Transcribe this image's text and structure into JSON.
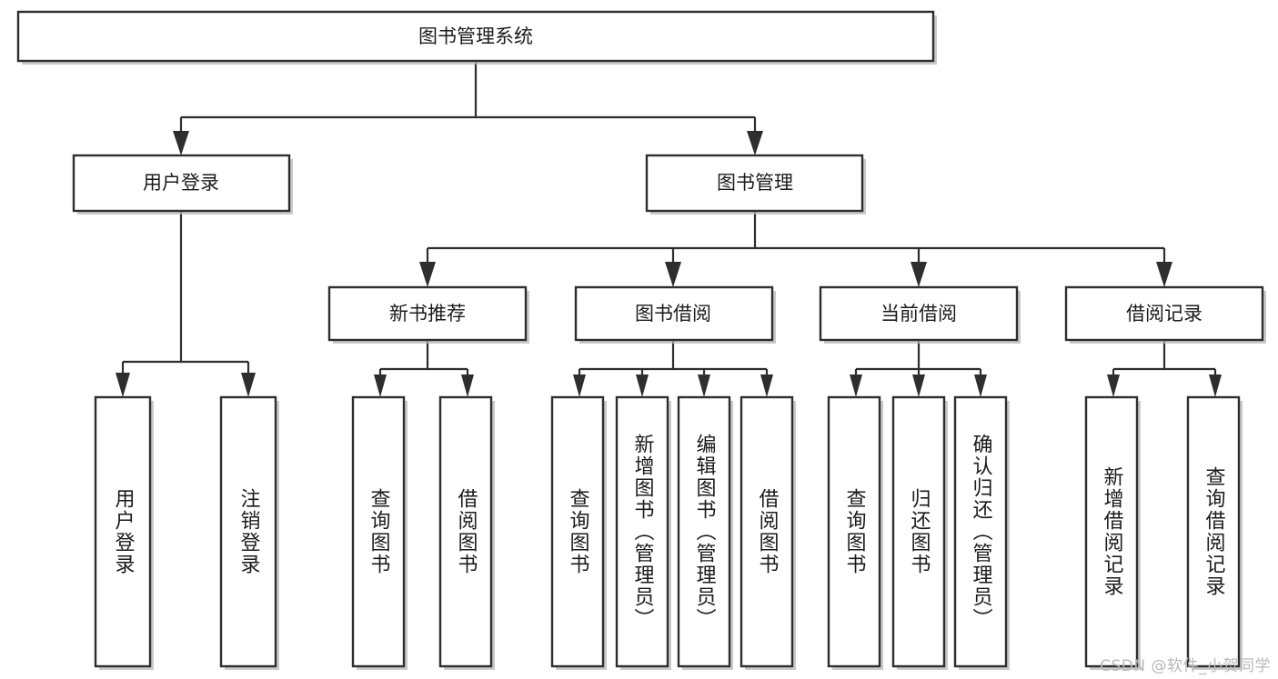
{
  "diagram": {
    "type": "tree-hierarchy",
    "orientation": "top-down",
    "title_node": {
      "label": "图书管理系统"
    },
    "level2": [
      {
        "label": "用户登录"
      },
      {
        "label": "图书管理"
      }
    ],
    "level3": [
      {
        "label": "新书推荐"
      },
      {
        "label": "图书借阅"
      },
      {
        "label": "当前借阅"
      },
      {
        "label": "借阅记录"
      }
    ],
    "leaves": {
      "user_login": [
        {
          "label": "用户登录"
        },
        {
          "label": "注销登录"
        }
      ],
      "new_book_recommend": [
        {
          "label": "查询图书"
        },
        {
          "label": "借阅图书"
        }
      ],
      "book_borrow": [
        {
          "label": "查询图书"
        },
        {
          "label": "新增图书（管理员）"
        },
        {
          "label": "编辑图书（管理员）"
        },
        {
          "label": "借阅图书"
        }
      ],
      "current_borrow": [
        {
          "label": "查询图书"
        },
        {
          "label": "归还图书"
        },
        {
          "label": "确认归还（管理员）"
        }
      ],
      "borrow_record": [
        {
          "label": "新增借阅记录"
        },
        {
          "label": "查询借阅记录"
        }
      ]
    }
  },
  "watermark": {
    "text": "CSDN @软件_小贺同学"
  },
  "colors": {
    "box_stroke": "#2e2e2e",
    "box_fill": "#ffffff",
    "text": "#1b1b1b",
    "shadow": "#b8b8b8",
    "watermark": "#b9b9b9",
    "background": "#ffffff"
  }
}
